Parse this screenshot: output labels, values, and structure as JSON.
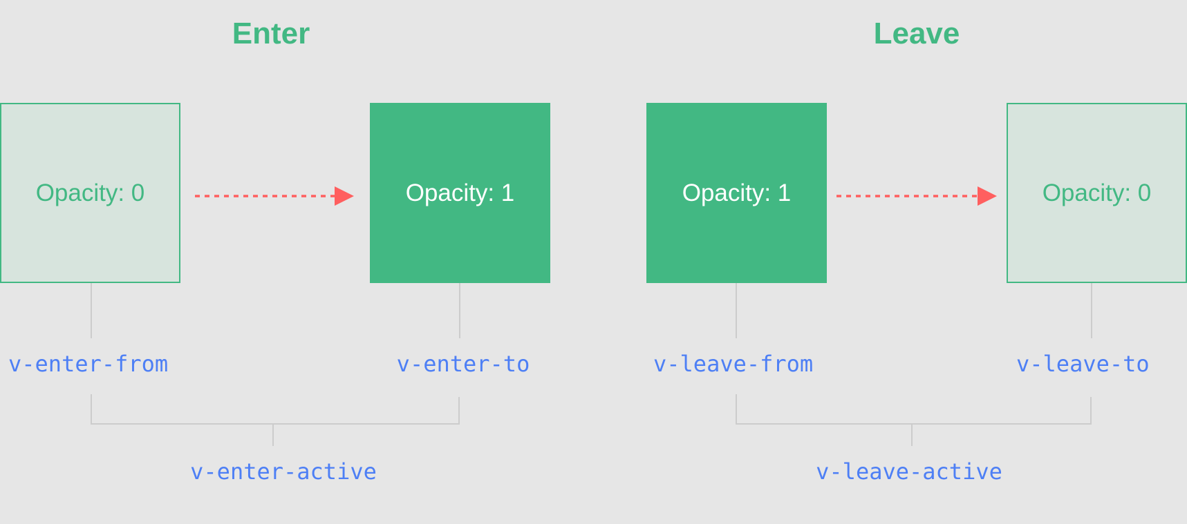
{
  "headings": {
    "enter": "Enter",
    "leave": "Leave"
  },
  "boxes": {
    "enter_from": "Opacity: 0",
    "enter_to": "Opacity: 1",
    "leave_from": "Opacity: 1",
    "leave_to": "Opacity: 0"
  },
  "classes": {
    "enter_from": "v-enter-from",
    "enter_to": "v-enter-to",
    "enter_active": "v-enter-active",
    "leave_from": "v-leave-from",
    "leave_to": "v-leave-to",
    "leave_active": "v-leave-active"
  },
  "colors": {
    "accent": "#42b883",
    "faded_box": "#d7e4dd",
    "arrow": "#ff5f5f",
    "code": "#4d7ff5",
    "connector": "#cccccc",
    "background": "#e6e6e6"
  }
}
